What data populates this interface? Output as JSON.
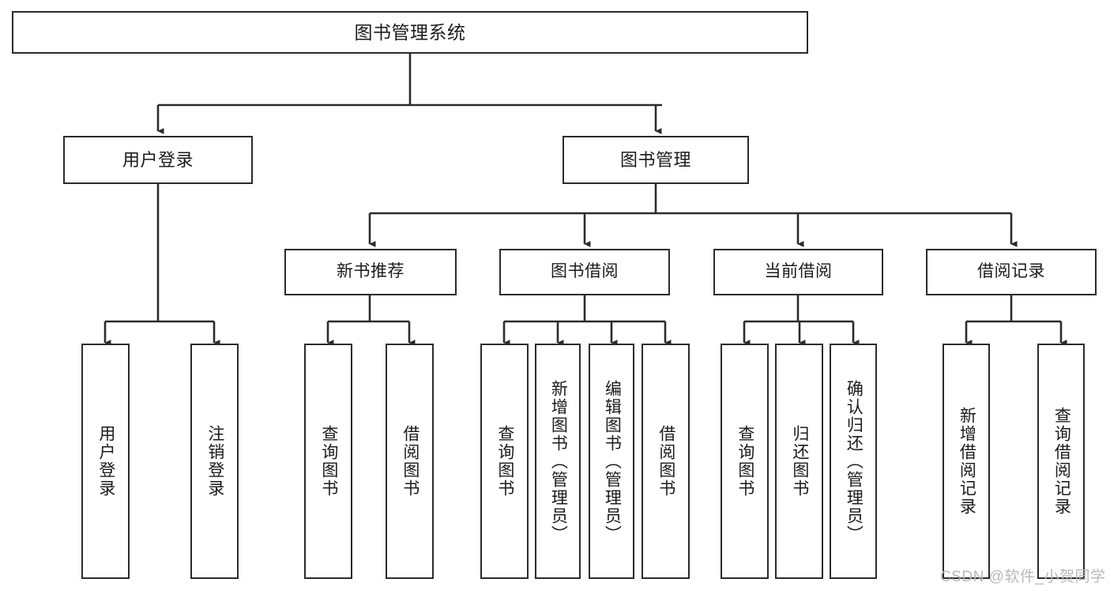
{
  "diagram": {
    "title": "图书管理系统",
    "type": "hierarchy-tree",
    "root": {
      "label": "图书管理系统"
    },
    "level1": [
      {
        "label": "用户登录"
      },
      {
        "label": "图书管理"
      }
    ],
    "level2": [
      {
        "label": "新书推荐"
      },
      {
        "label": "图书借阅"
      },
      {
        "label": "当前借阅"
      },
      {
        "label": "借阅记录"
      }
    ],
    "leaves": {
      "user_login": [
        {
          "label": "用户登录"
        },
        {
          "label": "注销登录"
        }
      ],
      "new_book_recommend": [
        {
          "label": "查询图书"
        },
        {
          "label": "借阅图书"
        }
      ],
      "book_borrow": [
        {
          "label": "查询图书"
        },
        {
          "label": "新增图书（管理员）"
        },
        {
          "label": "编辑图书（管理员）"
        },
        {
          "label": "借阅图书"
        }
      ],
      "current_borrow": [
        {
          "label": "查询图书"
        },
        {
          "label": "归还图书"
        },
        {
          "label": "确认归还（管理员）"
        }
      ],
      "borrow_record": [
        {
          "label": "新增借阅记录"
        },
        {
          "label": "查询借阅记录"
        }
      ]
    },
    "watermark": "CSDN @软件_小贺同学",
    "colors": {
      "stroke": "#2b2b2b",
      "fill": "#ffffff",
      "text": "#1b1b1b",
      "watermark": "#b9b9b9"
    }
  }
}
